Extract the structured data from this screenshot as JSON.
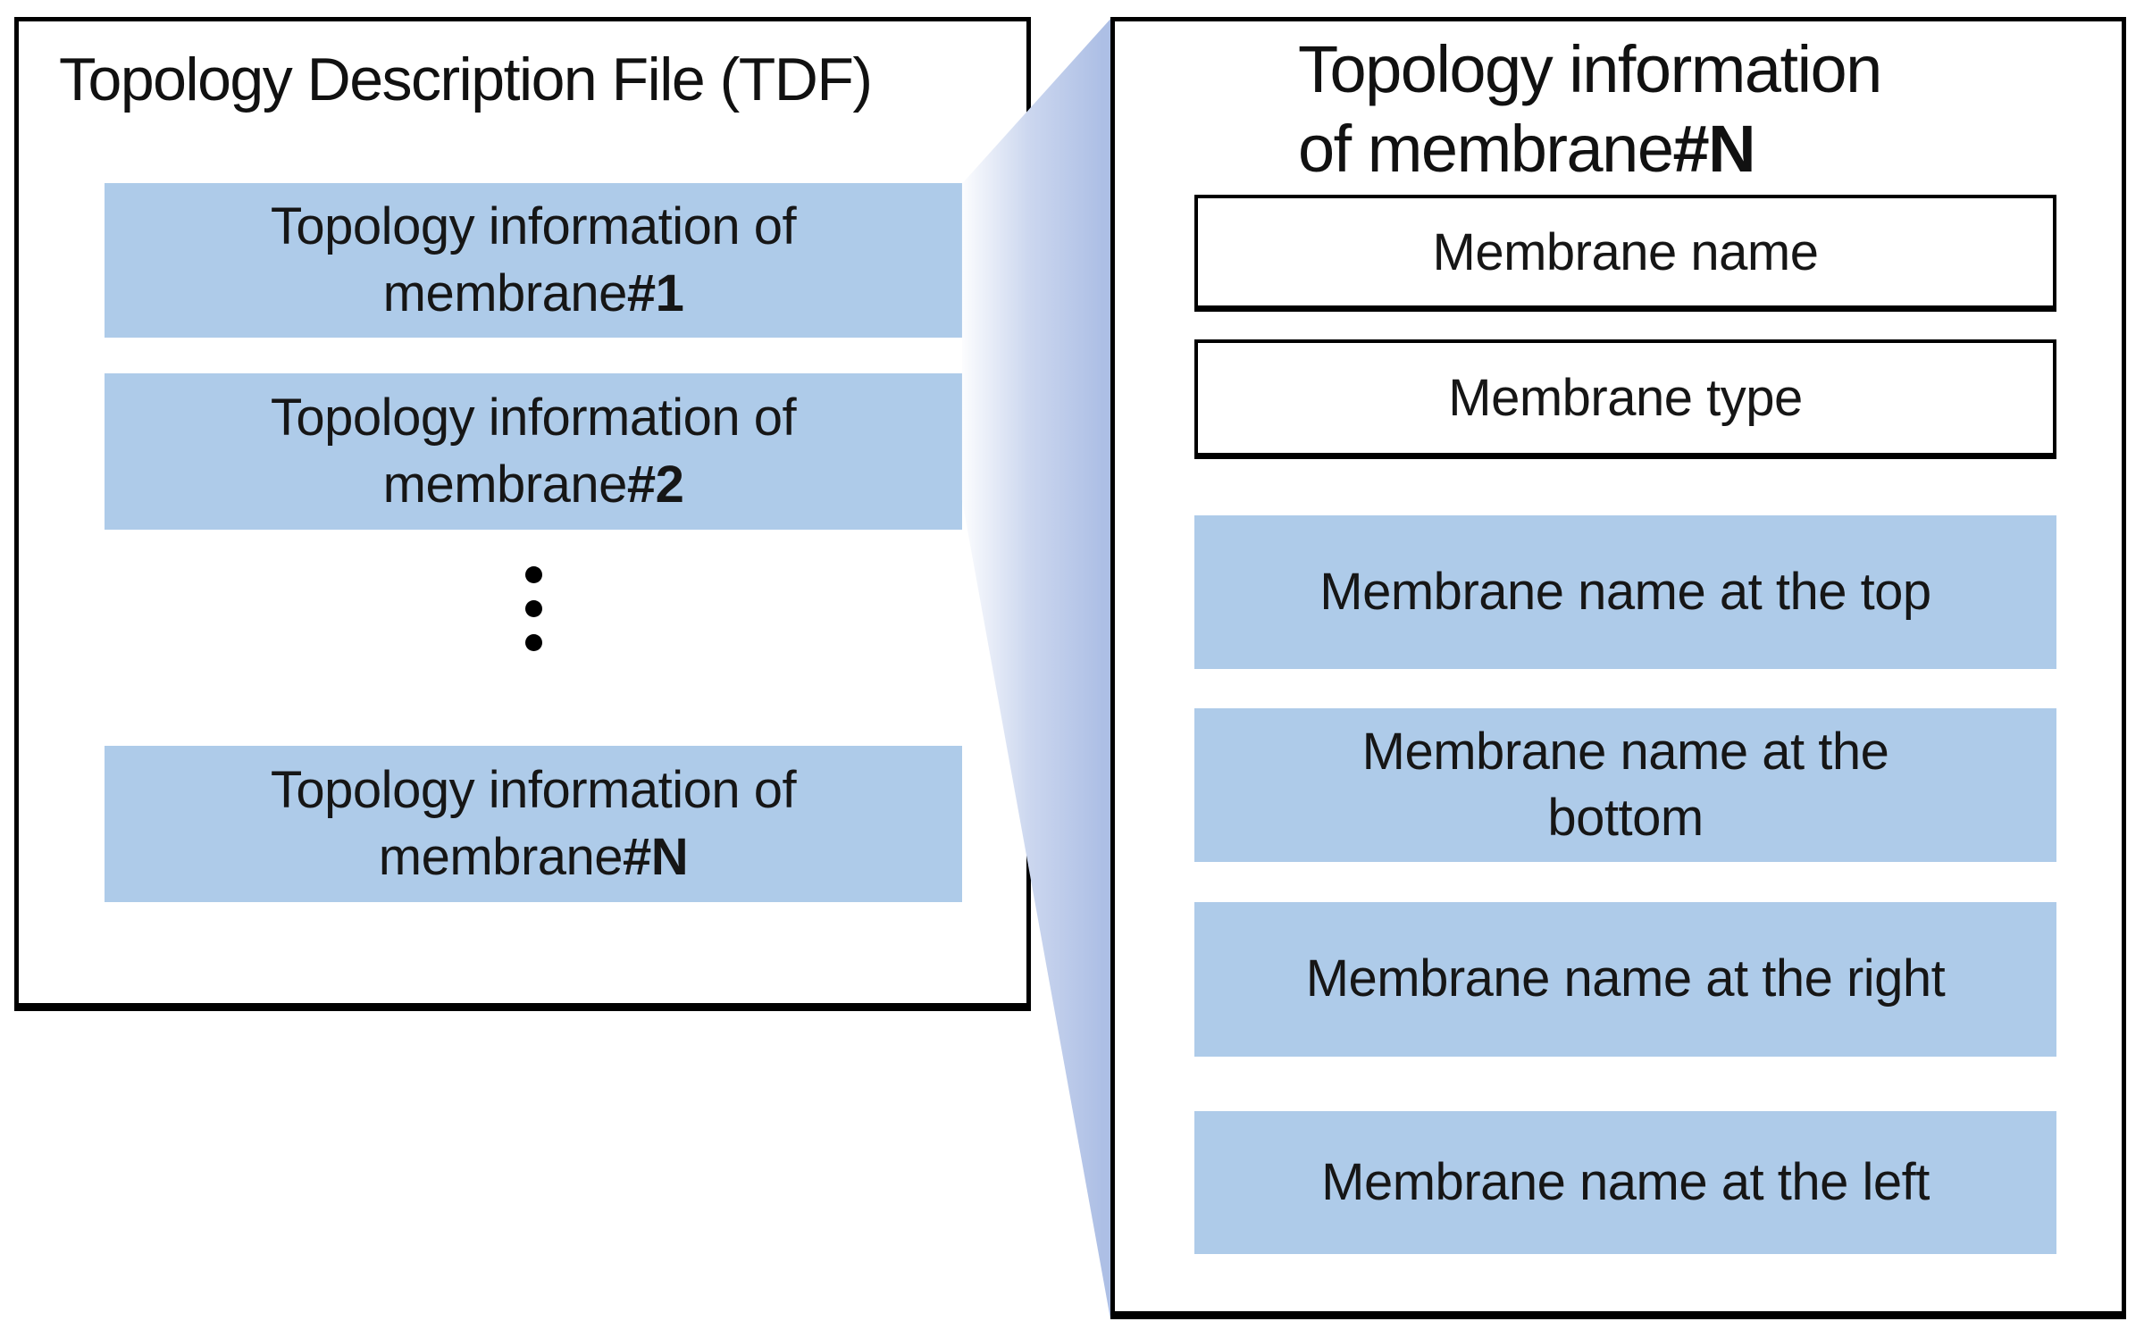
{
  "diagram": {
    "left_panel": {
      "title": "Topology Description File (TDF)",
      "boxes": [
        {
          "line1": "Topology information of",
          "line2": "membrane",
          "line2_bold": "#1"
        },
        {
          "line1": "Topology information of",
          "line2": "membrane",
          "line2_bold": "#2"
        },
        {
          "line1": "Topology information of",
          "line2": "membrane",
          "line2_bold": "#N"
        }
      ],
      "ellipsis_icon": "vertical-ellipsis"
    },
    "right_panel": {
      "title_line1": "Topology information",
      "title_line2": "of membrane",
      "title_line2_bold": "#N",
      "field_boxes": [
        "Membrane name",
        "Membrane type"
      ],
      "neighbor_boxes": [
        "Membrane name at the top",
        "Membrane name at the bottom",
        "Membrane name at the right",
        "Membrane name at the left"
      ]
    },
    "colors": {
      "box_fill_blue": "#aecbe9",
      "wedge_blue": "#adbfe5",
      "border_black": "#000000",
      "background": "#ffffff"
    }
  }
}
